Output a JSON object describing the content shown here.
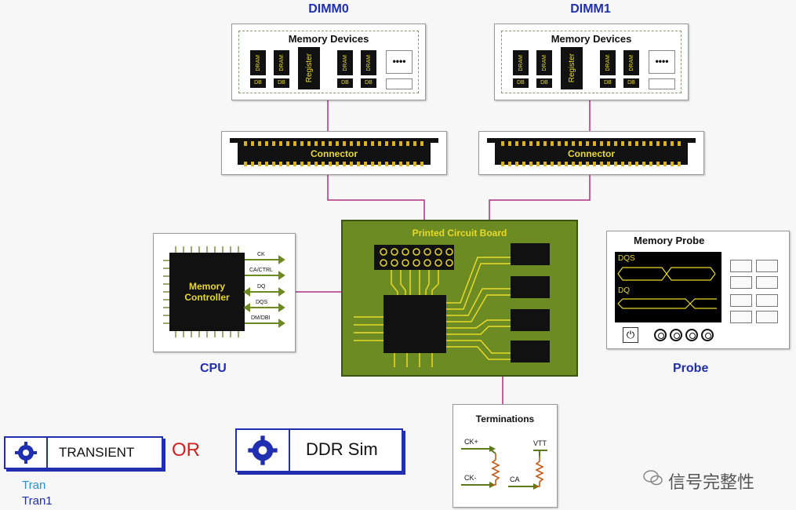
{
  "dimm0": {
    "title": "DIMM0",
    "card_title": "Memory Devices",
    "chip_label": "DRAM",
    "db_label": "DB",
    "register_label": "Register",
    "more": "••••",
    "connector_label": "Connector"
  },
  "dimm1": {
    "title": "DIMM1",
    "card_title": "Memory Devices",
    "chip_label": "DRAM",
    "db_label": "DB",
    "register_label": "Register",
    "more": "••••",
    "connector_label": "Connector"
  },
  "pcb": {
    "title": "Printed Circuit Board"
  },
  "cpu": {
    "label": "CPU",
    "chip_text": "Memory\nController",
    "signals": [
      "CK",
      "CA/CTRL",
      "DQ",
      "DQS",
      "DM/DBI"
    ]
  },
  "probe": {
    "label": "Probe",
    "card_title": "Memory Probe",
    "trace1": "DQS",
    "trace2": "DQ",
    "power_icon": "⏻"
  },
  "terminations": {
    "title": "Terminations",
    "ck_plus": "CK+",
    "ck_minus": "CK-",
    "vtt": "VTT",
    "ca": "CA"
  },
  "sim": {
    "transient_label": "TRANSIENT",
    "or_label": "OR",
    "ddr_label": "DDR Sim",
    "tran_label": "Tran",
    "tran1_label": "Tran1"
  },
  "watermark": {
    "text": "信号完整性"
  },
  "colors": {
    "accent_blue": "#1f2fb0",
    "pcb_green": "#6c8b22",
    "trace_yellow": "#e9d92a",
    "wire_magenta": "#b0307f",
    "or_red": "#cc2222"
  }
}
